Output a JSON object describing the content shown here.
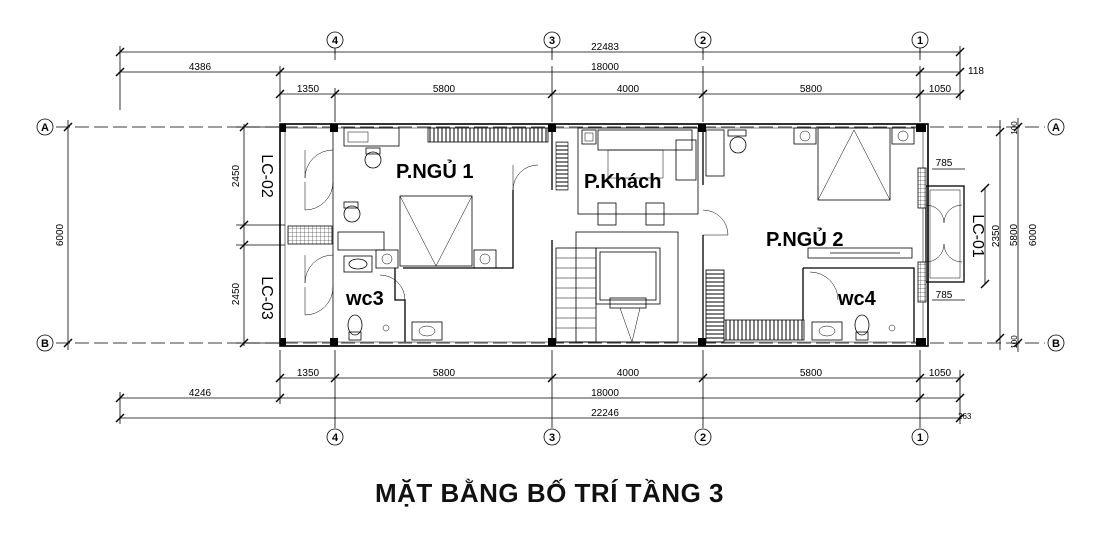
{
  "title": "MẶT BẰNG BỐ TRÍ TẦNG 3",
  "axes_columns": [
    "4",
    "3",
    "2",
    "1"
  ],
  "axes_rows": [
    "A",
    "B"
  ],
  "rooms": {
    "bedroom1": "P.NGỦ 1",
    "living": "P.Khách",
    "bedroom2": "P.NGỦ 2",
    "wc3": "wc3",
    "wc4": "wc4"
  },
  "windows": {
    "lc02": "LC-02",
    "lc03": "LC-03",
    "lc01": "LC-01"
  },
  "dims_top": {
    "overall": "22483",
    "left_offset": "4386",
    "main": "18000",
    "right_offset": "118",
    "seg1": "1350",
    "seg2": "5800",
    "seg3": "4000",
    "seg4": "5800",
    "seg5": "1050"
  },
  "dims_bottom": {
    "seg1": "1350",
    "seg2": "5800",
    "seg3": "4000",
    "seg4": "5800",
    "seg5": "1050",
    "left_offset": "4246",
    "main": "18000",
    "overall": "22246",
    "right_offset": "263"
  },
  "dims_left": {
    "overall": "6000",
    "upper": "2450",
    "lower": "2450"
  },
  "dims_right": {
    "overall": "6000",
    "inner": "5800",
    "window": "2350",
    "top_small": "100",
    "bottom_small": "100",
    "balcony_top": "785",
    "balcony_bottom": "785"
  }
}
